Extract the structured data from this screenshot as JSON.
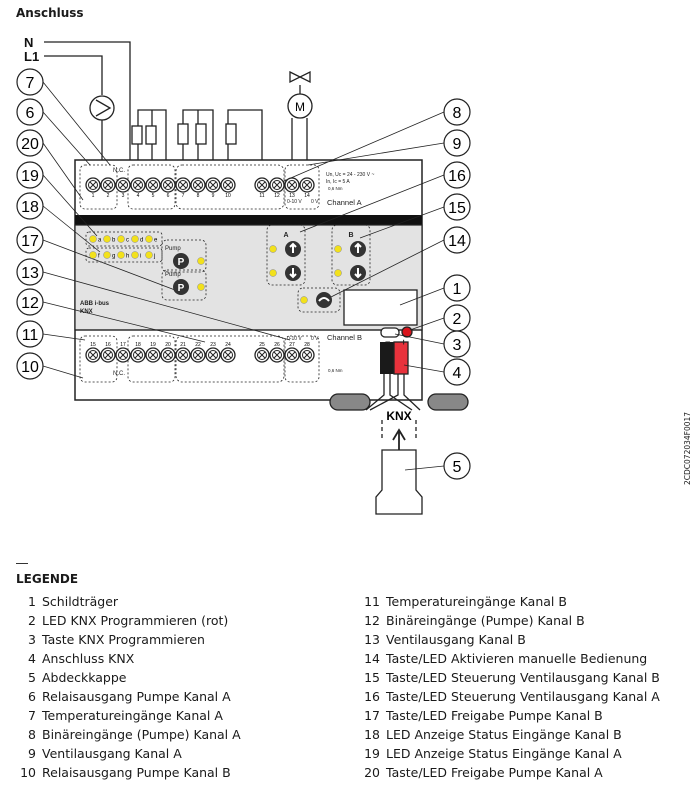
{
  "title": "Anschluss",
  "diagram": {
    "supply": {
      "n": "N",
      "l1": "L1"
    },
    "callouts_left": [
      "7",
      "6",
      "20",
      "19",
      "18",
      "17",
      "13",
      "12",
      "11",
      "10"
    ],
    "callouts_right": [
      "8",
      "9",
      "16",
      "15",
      "14",
      "1",
      "2",
      "3",
      "4",
      "5"
    ],
    "channel_a": "Channel A",
    "channel_b": "Channel B",
    "brand": "ABB i-bus",
    "knx_small": "KNX",
    "knx_bus": "KNX",
    "pump_label": "Pump",
    "pump_a": "P",
    "pump_b": "P",
    "valve_a": "A",
    "valve_b": "B",
    "torque": "0,6 Nm",
    "rating_1": "Un, Uc = 24 - 230 V ~",
    "rating_2": "In, Ic = 5 A",
    "range_a": "0-10 V",
    "zero_v": "0 V",
    "range_b": "0-10 V",
    "minus": "−",
    "plus": "+",
    "motor": "M",
    "nc": "N.C.",
    "terminal_top": [
      "1",
      "2",
      "3",
      "4",
      "5",
      "6",
      "7",
      "8",
      "9",
      "10",
      "11",
      "12",
      "13",
      "14"
    ],
    "terminal_bottom": [
      "15",
      "16",
      "17",
      "18",
      "19",
      "20",
      "21",
      "22",
      "23",
      "24",
      "25",
      "26",
      "27",
      "28"
    ],
    "inputs_row1": [
      "a",
      "b",
      "c",
      "d",
      "e"
    ],
    "inputs_row2": [
      "f",
      "g",
      "h",
      "i",
      "j"
    ]
  },
  "doc_code": "2CDC072034F0017",
  "legend": {
    "heading": "LEGENDE",
    "items": [
      {
        "n": "1",
        "text": "Schildträger"
      },
      {
        "n": "2",
        "text": "LED KNX Programmieren (rot)"
      },
      {
        "n": "3",
        "text": "Taste KNX Programmieren"
      },
      {
        "n": "4",
        "text": "Anschluss KNX"
      },
      {
        "n": "5",
        "text": "Abdeckkappe"
      },
      {
        "n": "6",
        "text": "Relaisausgang Pumpe Kanal A"
      },
      {
        "n": "7",
        "text": "Temperatureingänge Kanal A"
      },
      {
        "n": "8",
        "text": "Binäreingänge (Pumpe) Kanal A"
      },
      {
        "n": "9",
        "text": "Ventilausgang Kanal A"
      },
      {
        "n": "10",
        "text": "Relaisausgang Pumpe Kanal B"
      },
      {
        "n": "11",
        "text": "Temperatureingänge Kanal B"
      },
      {
        "n": "12",
        "text": "Binäreingänge (Pumpe) Kanal B"
      },
      {
        "n": "13",
        "text": "Ventilausgang Kanal B"
      },
      {
        "n": "14",
        "text": "Taste/LED Aktivieren manuelle Bedienung"
      },
      {
        "n": "15",
        "text": "Taste/LED Steuerung Ventilausgang Kanal B"
      },
      {
        "n": "16",
        "text": "Taste/LED Steuerung Ventilausgang Kanal A"
      },
      {
        "n": "17",
        "text": "Taste/LED Freigabe Pumpe Kanal B"
      },
      {
        "n": "18",
        "text": "LED Anzeige Status Eingänge Kanal B"
      },
      {
        "n": "19",
        "text": "LED Anzeige Status Eingänge Kanal A"
      },
      {
        "n": "20",
        "text": "Taste/LED Freigabe Pumpe Kanal A"
      }
    ]
  },
  "colors": {
    "led_yellow": "#f2e11c",
    "led_red": "#d8141c",
    "knx_red": "#e8323c",
    "panel": "#e3e3e3"
  }
}
